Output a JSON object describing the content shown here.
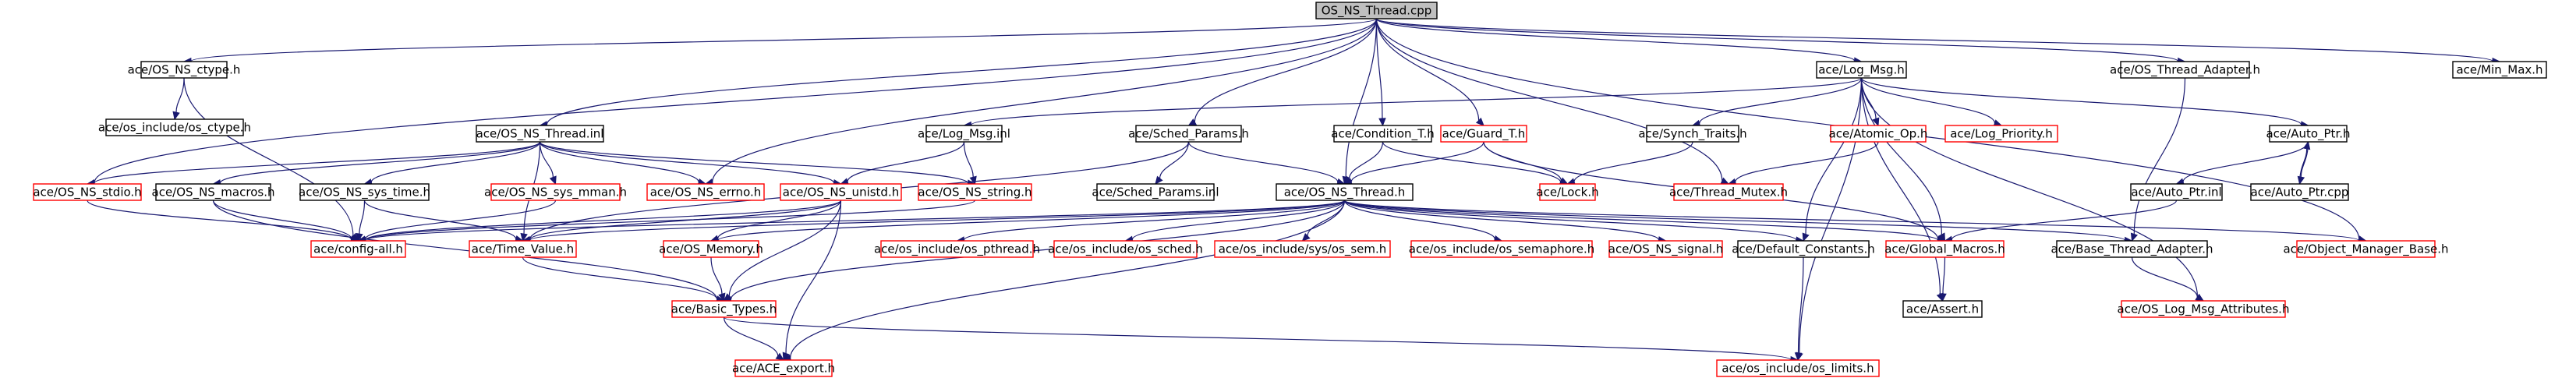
{
  "graph": {
    "title": "OS_NS_Thread.cpp",
    "colors": {
      "edge": "#191970",
      "undocumented_border": "#ff0000",
      "documented_border": "#000000",
      "root_fill": "#bfbfbf"
    },
    "nodes": [
      {
        "id": "root",
        "label": "OS_NS_Thread.cpp",
        "kind": "root"
      },
      {
        "id": "ctype",
        "label": "ace/OS_NS_ctype.h",
        "kind": "doc"
      },
      {
        "id": "logmsg",
        "label": "ace/Log_Msg.h",
        "kind": "doc"
      },
      {
        "id": "thradapt",
        "label": "ace/OS_Thread_Adapter.h",
        "kind": "doc"
      },
      {
        "id": "minmax",
        "label": "ace/Min_Max.h",
        "kind": "doc"
      },
      {
        "id": "osctype",
        "label": "ace/os_include/os_ctype.h",
        "kind": "doc"
      },
      {
        "id": "thrinl",
        "label": "ace/OS_NS_Thread.inl",
        "kind": "doc"
      },
      {
        "id": "logmsginl",
        "label": "ace/Log_Msg.inl",
        "kind": "doc"
      },
      {
        "id": "sched",
        "label": "ace/Sched_Params.h",
        "kind": "doc"
      },
      {
        "id": "cond",
        "label": "ace/Condition_T.h",
        "kind": "doc"
      },
      {
        "id": "guard",
        "label": "ace/Guard_T.h",
        "kind": "ext"
      },
      {
        "id": "synch",
        "label": "ace/Synch_Traits.h",
        "kind": "doc"
      },
      {
        "id": "atomic",
        "label": "ace/Atomic_Op.h",
        "kind": "ext"
      },
      {
        "id": "logprio",
        "label": "ace/Log_Priority.h",
        "kind": "ext"
      },
      {
        "id": "autoptr",
        "label": "ace/Auto_Ptr.h",
        "kind": "doc"
      },
      {
        "id": "stdio",
        "label": "ace/OS_NS_stdio.h",
        "kind": "ext"
      },
      {
        "id": "macros",
        "label": "ace/OS_NS_macros.h",
        "kind": "doc"
      },
      {
        "id": "systime",
        "label": "ace/OS_NS_sys_time.h",
        "kind": "doc"
      },
      {
        "id": "sysmman",
        "label": "ace/OS_NS_sys_mman.h",
        "kind": "ext"
      },
      {
        "id": "errno",
        "label": "ace/OS_NS_errno.h",
        "kind": "ext"
      },
      {
        "id": "unistd",
        "label": "ace/OS_NS_unistd.h",
        "kind": "ext"
      },
      {
        "id": "string",
        "label": "ace/OS_NS_string.h",
        "kind": "ext"
      },
      {
        "id": "schedinl",
        "label": "ace/Sched_Params.inl",
        "kind": "doc"
      },
      {
        "id": "thread",
        "label": "ace/OS_NS_Thread.h",
        "kind": "doc"
      },
      {
        "id": "lock",
        "label": "ace/Lock.h",
        "kind": "ext"
      },
      {
        "id": "thrmutex",
        "label": "ace/Thread_Mutex.h",
        "kind": "ext"
      },
      {
        "id": "autoptrinl",
        "label": "ace/Auto_Ptr.inl",
        "kind": "doc"
      },
      {
        "id": "autoptrcpp",
        "label": "ace/Auto_Ptr.cpp",
        "kind": "doc"
      },
      {
        "id": "configall",
        "label": "ace/config-all.h",
        "kind": "ext"
      },
      {
        "id": "timevalue",
        "label": "ace/Time_Value.h",
        "kind": "ext"
      },
      {
        "id": "memory",
        "label": "ace/OS_Memory.h",
        "kind": "ext"
      },
      {
        "id": "pthread",
        "label": "ace/os_include/os_pthread.h",
        "kind": "ext"
      },
      {
        "id": "ossched",
        "label": "ace/os_include/os_sched.h",
        "kind": "ext"
      },
      {
        "id": "ossem",
        "label": "ace/os_include/sys/os_sem.h",
        "kind": "ext"
      },
      {
        "id": "semaphore",
        "label": "ace/os_include/os_semaphore.h",
        "kind": "ext"
      },
      {
        "id": "signal",
        "label": "ace/OS_NS_signal.h",
        "kind": "ext"
      },
      {
        "id": "defconst",
        "label": "ace/Default_Constants.h",
        "kind": "doc"
      },
      {
        "id": "globmac",
        "label": "ace/Global_Macros.h",
        "kind": "ext"
      },
      {
        "id": "basethr",
        "label": "ace/Base_Thread_Adapter.h",
        "kind": "doc"
      },
      {
        "id": "objmgr",
        "label": "ace/Object_Manager_Base.h",
        "kind": "ext"
      },
      {
        "id": "basictypes",
        "label": "ace/Basic_Types.h",
        "kind": "ext"
      },
      {
        "id": "assert",
        "label": "ace/Assert.h",
        "kind": "doc"
      },
      {
        "id": "logattr",
        "label": "ace/OS_Log_Msg_Attributes.h",
        "kind": "ext"
      },
      {
        "id": "aceexport",
        "label": "ace/ACE_export.h",
        "kind": "ext"
      },
      {
        "id": "limits",
        "label": "ace/os_include/os_limits.h",
        "kind": "ext"
      }
    ],
    "edges": [
      [
        "root",
        "ctype"
      ],
      [
        "root",
        "logmsg"
      ],
      [
        "root",
        "thradapt"
      ],
      [
        "root",
        "minmax"
      ],
      [
        "root",
        "thrinl"
      ],
      [
        "root",
        "sched"
      ],
      [
        "root",
        "cond"
      ],
      [
        "root",
        "guard"
      ],
      [
        "root",
        "thread"
      ],
      [
        "root",
        "stdio"
      ],
      [
        "root",
        "errno"
      ],
      [
        "root",
        "thrmutex"
      ],
      [
        "root",
        "objmgr"
      ],
      [
        "ctype",
        "osctype"
      ],
      [
        "ctype",
        "configall"
      ],
      [
        "logmsg",
        "logmsginl"
      ],
      [
        "logmsg",
        "synch"
      ],
      [
        "logmsg",
        "atomic"
      ],
      [
        "logmsg",
        "logprio"
      ],
      [
        "logmsg",
        "autoptr"
      ],
      [
        "logmsg",
        "defconst"
      ],
      [
        "logmsg",
        "globmac"
      ],
      [
        "logmsg",
        "assert"
      ],
      [
        "logmsg",
        "logattr"
      ],
      [
        "logmsg",
        "limits"
      ],
      [
        "thradapt",
        "basethr"
      ],
      [
        "thrinl",
        "stdio"
      ],
      [
        "thrinl",
        "macros"
      ],
      [
        "thrinl",
        "systime"
      ],
      [
        "thrinl",
        "sysmman"
      ],
      [
        "thrinl",
        "errno"
      ],
      [
        "thrinl",
        "unistd"
      ],
      [
        "thrinl",
        "string"
      ],
      [
        "thrinl",
        "timevalue"
      ],
      [
        "logmsginl",
        "unistd"
      ],
      [
        "logmsginl",
        "string"
      ],
      [
        "sched",
        "schedinl"
      ],
      [
        "sched",
        "thread"
      ],
      [
        "sched",
        "timevalue"
      ],
      [
        "cond",
        "thread"
      ],
      [
        "cond",
        "lock"
      ],
      [
        "guard",
        "thread"
      ],
      [
        "guard",
        "lock"
      ],
      [
        "guard",
        "globmac"
      ],
      [
        "synch",
        "lock"
      ],
      [
        "atomic",
        "thrmutex"
      ],
      [
        "autoptr",
        "autoptrinl"
      ],
      [
        "autoptr",
        "autoptrcpp"
      ],
      [
        "autoptrcpp",
        "autoptr"
      ],
      [
        "autoptrinl",
        "globmac"
      ],
      [
        "stdio",
        "configall"
      ],
      [
        "macros",
        "configall"
      ],
      [
        "macros",
        "basictypes"
      ],
      [
        "systime",
        "timevalue"
      ],
      [
        "systime",
        "configall"
      ],
      [
        "sysmman",
        "configall"
      ],
      [
        "unistd",
        "configall"
      ],
      [
        "unistd",
        "timevalue"
      ],
      [
        "unistd",
        "basictypes"
      ],
      [
        "unistd",
        "memory"
      ],
      [
        "unistd",
        "aceexport"
      ],
      [
        "string",
        "configall"
      ],
      [
        "thread",
        "configall"
      ],
      [
        "thread",
        "timevalue"
      ],
      [
        "thread",
        "memory"
      ],
      [
        "thread",
        "pthread"
      ],
      [
        "thread",
        "ossched"
      ],
      [
        "thread",
        "ossem"
      ],
      [
        "thread",
        "semaphore"
      ],
      [
        "thread",
        "signal"
      ],
      [
        "thread",
        "defconst"
      ],
      [
        "thread",
        "globmac"
      ],
      [
        "thread",
        "basethr"
      ],
      [
        "thread",
        "objmgr"
      ],
      [
        "thread",
        "basictypes"
      ],
      [
        "thread",
        "aceexport"
      ],
      [
        "timevalue",
        "basictypes"
      ],
      [
        "memory",
        "basictypes"
      ],
      [
        "basictypes",
        "aceexport"
      ],
      [
        "basictypes",
        "limits"
      ],
      [
        "defconst",
        "limits"
      ],
      [
        "globmac",
        "assert"
      ],
      [
        "basethr",
        "logattr"
      ]
    ]
  }
}
